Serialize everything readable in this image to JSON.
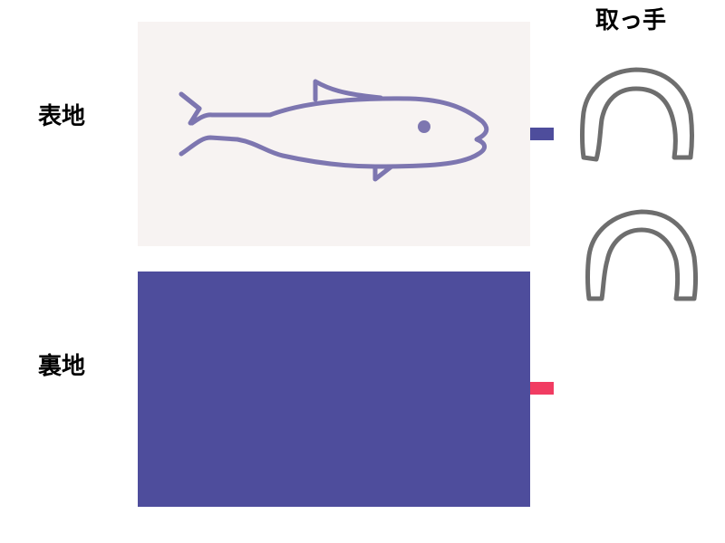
{
  "labels": {
    "front": "表地",
    "back": "裏地",
    "handle": "取っ手"
  },
  "colors": {
    "front_panel_fill": "#f7f3f2",
    "back_panel_fill": "#4e4d9c",
    "fish_stroke": "#7d76b0",
    "front_tab": "#4e4d9c",
    "back_tab": "#f13c62",
    "handle_stroke": "#6e6e6e"
  },
  "icons": {
    "fish": "fish-illustration",
    "handle": "handle-strap-shape"
  }
}
